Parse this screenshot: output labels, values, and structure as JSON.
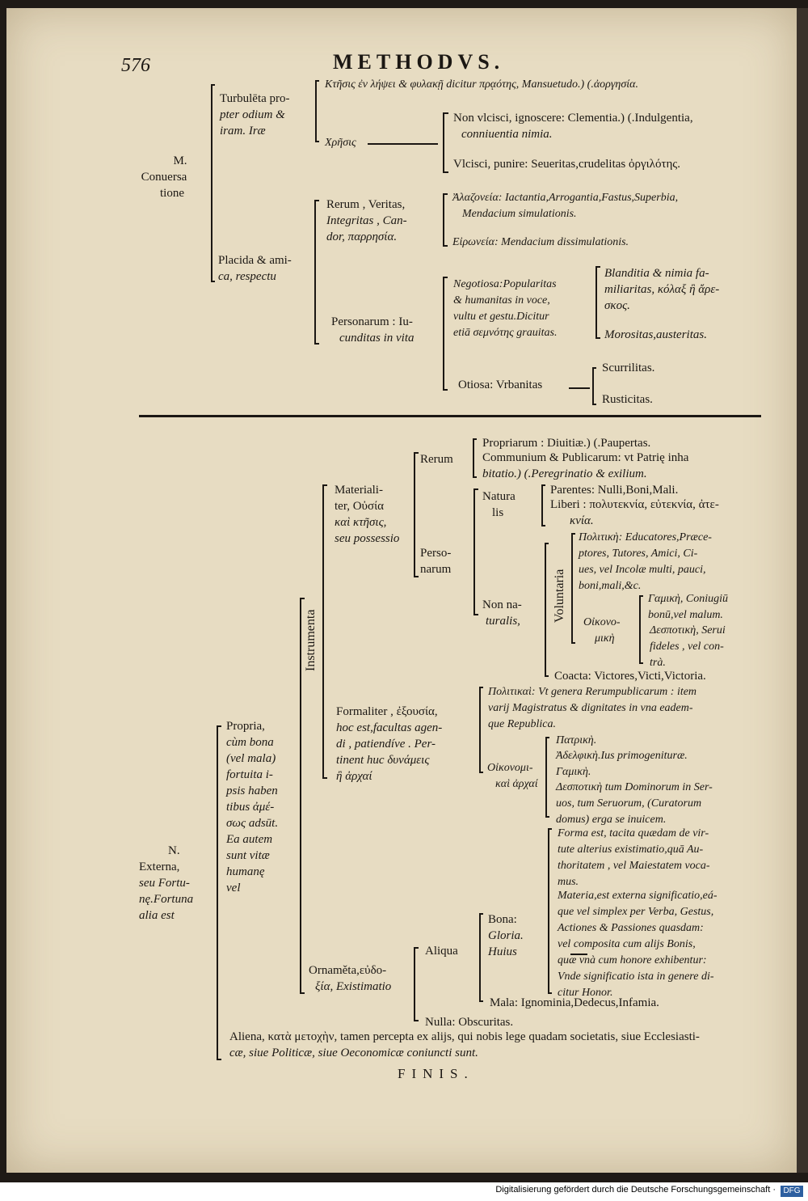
{
  "header": {
    "page_number": "576",
    "running_title": "METHODVS."
  },
  "top": {
    "m_label": [
      "M.",
      "Conuersa",
      "tione"
    ],
    "turbulenta": [
      "Turbulēta pro-",
      "pter odium &",
      "iram. Iræ"
    ],
    "ktesis": "Κτῆσις ἐν λήψει & φυλακῇ dicitur πρᾳότης, Mansuetudo.) (.ἀοργησία.",
    "chresis": "Χρῆσις",
    "non_ulcisci": [
      "Non vlcisci, ignoscere: Clementia.) (.Indulgentia,",
      "conniuentia nimia."
    ],
    "ulcisci": "Vlcisci, punire: Seueritas,crudelitas ὀργιλότης.",
    "placida": [
      "Placida & ami-",
      "ca, respectu"
    ],
    "rerum": [
      "Rerum , Veritas,",
      "Integritas , Can-",
      "dor, παρρησία."
    ],
    "alazoneia": [
      "Ἀλαζονεία: Iactantia,Arrogantia,Fastus,Superbia,",
      "Mendacium simulationis."
    ],
    "eironeia": "Εἰρωνεία: Mendacium dissimulationis.",
    "personarum": [
      "Personarum : Iu-",
      "cunditas in vita"
    ],
    "negotiosa": [
      "Negotiosa:Popularitas",
      "& humanitas in voce,",
      "vultu et gestu.Dicitur",
      "etiā σεμνότης grauitas."
    ],
    "blanditia": [
      "Blanditia & nimia fa-",
      "miliaritas, κόλαξ ἢ ἄρε-",
      "σκος."
    ],
    "morositas": "Morositas,austeritas.",
    "otiosa": "Otiosa: Vrbanitas",
    "scurrilitas": "Scurrilitas.",
    "rusticitas": "Rusticitas."
  },
  "bottom": {
    "n_label": [
      "N.",
      "Externa,",
      "seu Fortu-",
      "nę.Fortuna",
      "alia est"
    ],
    "propria": [
      "Propria,",
      "cùm bona",
      "(vel mala)",
      "fortuita i-",
      "psis haben",
      "tibus ἀμέ-",
      "σως adsūt.",
      "Ea autem",
      "sunt vitæ",
      "humanę",
      "vel"
    ],
    "instrumenta": "Instrumenta",
    "materialiter": [
      "Materiali-",
      "ter, Οὐσία",
      "καὶ κτῆσις,",
      "seu possessio"
    ],
    "rerum": "Rerum",
    "propriarum": "Propriarum : Diuitiæ.) (.Paupertas.",
    "communium": [
      "Communium & Publicarum: vt Patrię inha",
      "bitatio.) (.Peregrinatio & exilium."
    ],
    "personarum": [
      "Perso-",
      "narum"
    ],
    "natura": [
      "Natura",
      "lis"
    ],
    "parentes": "Parentes: Nulli,Boni,Mali.",
    "liberi": [
      "Liberi : πολυτεκνία, εὐτεκνία, ἀτε-",
      "κνία."
    ],
    "non_naturalis": [
      "Non na-",
      "turalis,"
    ],
    "voluntaria": "Voluntaria",
    "politike1": [
      "Πολιτικὴ: Educatores,Præce-",
      "ptores, Tutores, Amici, Ci-",
      "ues, vel Incolæ multi, pauci,",
      "boni,mali,&c."
    ],
    "oikonomike": [
      "Οἰκονο-",
      "μικὴ"
    ],
    "gamike": [
      "Γαμικὴ, Coniugiū",
      "bonū,vel malum."
    ],
    "despotike": [
      "Δεσποτικὴ, Serui",
      "fideles , vel con-",
      "trà."
    ],
    "coacta": "Coacta: Victores,Victi,Victoria.",
    "formaliter": [
      "Formaliter , ἐξουσία,",
      "hoc est,facultas agen-",
      "di , patiendíve . Per-",
      "tinent huc δυνάμεις",
      "ἢ ἀρχαί"
    ],
    "politikai": [
      "Πολιτικαὶ: Vt genera Rerumpublicarum : item",
      "varij Magistratus & dignitates in vna eadem-",
      "que Republica."
    ],
    "oikonomikai": [
      "Οἰκονομι-",
      "καὶ ἀρχαί"
    ],
    "patrike": "Πατρικὴ.",
    "adelphike": "Ἀδελφικὴ.Ius primogenituræ.",
    "gamike2": "Γαμικὴ.",
    "despotike2": [
      "Δεσποτικὴ tum Dominorum in Ser-",
      "uos, tum Seruorum, (Curatorum",
      "domus) erga se inuicem."
    ],
    "forma": [
      "Forma est, tacita quædam de vir-",
      "tute alterius existimatio,quā Au-",
      "thoritatem , vel Maiestatem voca-",
      "mus."
    ],
    "bona": [
      "Bona:",
      "Gloria.",
      "Huius"
    ],
    "materia": [
      "Materia,est externa significatio,eá-",
      "que vel simplex per Verba, Gestus,",
      "Actiones & Passiones quasdam:",
      "vel composita cum alijs Bonis,",
      "quæ vnà cum honore exhibentur:",
      "Vnde significatio ista in genere di-",
      "citur Honor."
    ],
    "aliqua": "Aliqua",
    "ornamenta": [
      "Ornaměta,εὐδο-",
      "ξία, Existimatio"
    ],
    "mala": "Mala: Ignominia,Dedecus,Infamia.",
    "nulla": "Nulla: Obscuritas.",
    "aliena": [
      "Aliena, κατὰ μετοχὴν, tamen percepta ex alijs, qui nobis lege quadam societatis, siue Ecclesiasti-",
      "cæ, siue Politicæ, siue Oeconomicæ coniuncti sunt."
    ]
  },
  "finis": "FINIS.",
  "footer": {
    "credit": "Digitalisierung gefördert durch die Deutsche Forschungsgemeinschaft ·",
    "logo": "DFG"
  }
}
